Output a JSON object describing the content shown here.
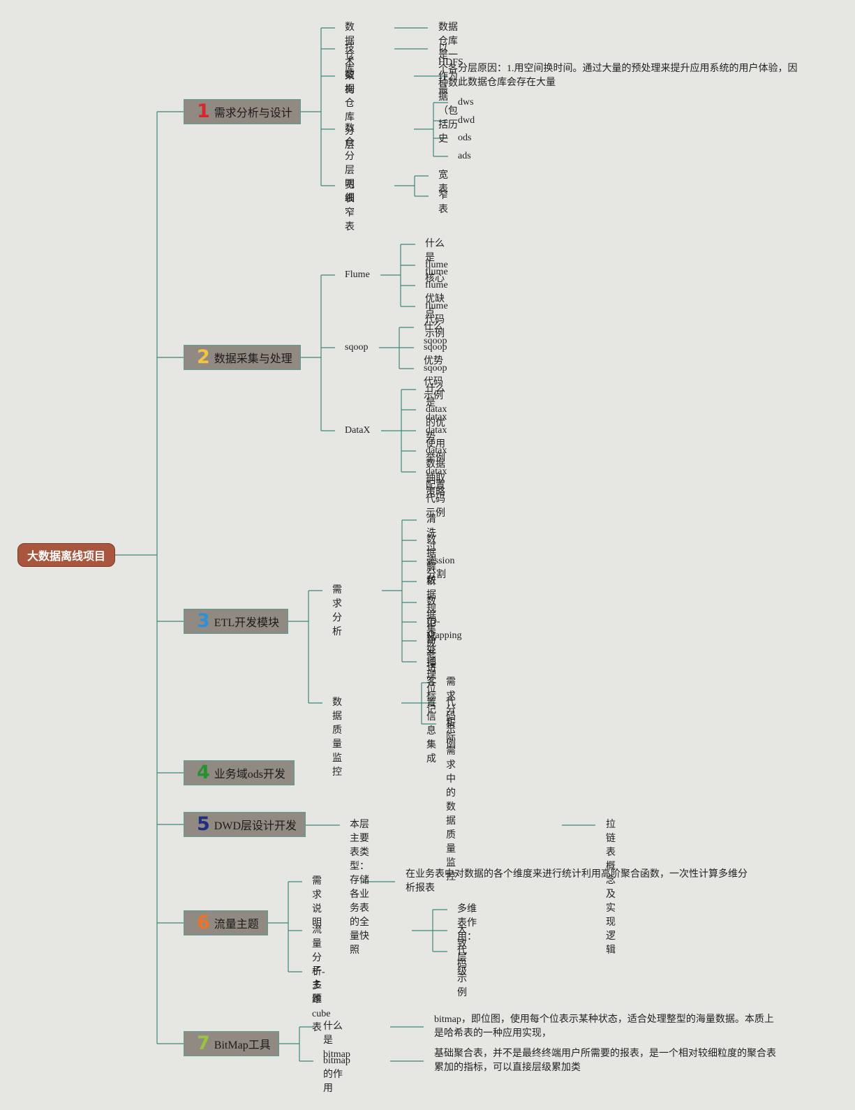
{
  "root": {
    "label": "大数据离线项目"
  },
  "line_color": "#3f8778",
  "topics": [
    {
      "num": "1",
      "num_color": "#d8262c",
      "label": "需求分析与设计",
      "children": [
        {
          "label": "数据仓库",
          "children": [
            {
              "label": "数据仓库是一个各种数据（包括历史"
            }
          ]
        },
        {
          "label": "技术架构",
          "children": [
            {
              "label": "以HDFS作为最"
            }
          ]
        },
        {
          "label": "数据仓库分层",
          "children": [
            {
              "label": "分层原因：1.用空间换时间。通过大量的预处理来提升应用系统的用户体验，因此数据仓库会存在大量"
            }
          ]
        },
        {
          "label": "数仓分层明细",
          "children": [
            {
              "label": "dws"
            },
            {
              "label": "dwd"
            },
            {
              "label": "ods"
            },
            {
              "label": "ads"
            }
          ]
        },
        {
          "label": "宽表窄表",
          "children": [
            {
              "label": "宽表"
            },
            {
              "label": "窄表"
            }
          ]
        }
      ]
    },
    {
      "num": "2",
      "num_color": "#f2c443",
      "label": "数据采集与处理",
      "children": [
        {
          "label": "Flume",
          "children": [
            {
              "label": "什么是flume"
            },
            {
              "label": "flume核心"
            },
            {
              "label": "flume优缺点"
            },
            {
              "label": "flume代码示例"
            }
          ]
        },
        {
          "label": "sqoop",
          "children": [
            {
              "label": "什么sqoop"
            },
            {
              "label": "sqoop优势"
            },
            {
              "label": "sqoop代码示例"
            }
          ]
        },
        {
          "label": "DataX",
          "children": [
            {
              "label": "什么是datax"
            },
            {
              "label": "datax的优势"
            },
            {
              "label": "datax使用举例"
            },
            {
              "label": "datax数据抽取策略"
            },
            {
              "label": "datax配置代码示例"
            }
          ]
        }
      ]
    },
    {
      "num": "3",
      "num_color": "#2f8fd6",
      "label": "ETL开发模块",
      "children": [
        {
          "label": "需求分析",
          "children": [
            {
              "label": "清洗过滤"
            },
            {
              "label": "数据解析"
            },
            {
              "label": "session分割"
            },
            {
              "label": "数据规范化处理"
            },
            {
              "label": "数据集成"
            },
            {
              "label": "ID-Mapping"
            },
            {
              "label": "新老访客标记"
            },
            {
              "label": "地理位置信息集成"
            }
          ]
        },
        {
          "label": "数据质量监控",
          "children": [
            {
              "label": "需求分析"
            },
            {
              "label": "代码示例"
            },
            {
              "label": "实际需求中的数据质量监控"
            }
          ]
        }
      ]
    },
    {
      "num": "4",
      "num_color": "#25922f",
      "label": "业务域ods开发",
      "children": []
    },
    {
      "num": "5",
      "num_color": "#1f2f82",
      "label": "DWD层设计开发",
      "children": [
        {
          "label": "本层主要表类型：存储各业务表的全量快照",
          "children": [
            {
              "label": "拉链表概念及实现逻辑"
            }
          ]
        }
      ]
    },
    {
      "num": "6",
      "num_color": "#ee7327",
      "label": "流量主题",
      "children": [
        {
          "label": "需求说明",
          "children": [
            {
              "label": "在业务表中对数据的各个维度来进行统计利用高阶聚合函数，一次性计算多维分析报表"
            }
          ]
        },
        {
          "label": "流量分析-多维cube表",
          "children": [
            {
              "label": "多维表作用："
            },
            {
              "label": "大致层级"
            },
            {
              "label": "代码示例"
            }
          ]
        },
        {
          "label": "子主题",
          "children": []
        }
      ]
    },
    {
      "num": "7",
      "num_color": "#9ac43f",
      "label": "BitMap工具",
      "children": [
        {
          "label": "什么是bitmap",
          "children": [
            {
              "label": "bitmap，即位图，使用每个位表示某种状态，适合处理整型的海量数据。本质上是哈希表的一种应用实现，"
            }
          ]
        },
        {
          "label": "bitmap的作用",
          "children": [
            {
              "label": "基础聚合表，并不是最终终端用户所需要的报表，是一个相对较细粒度的聚合表累加的指标，可以直接层级累加类"
            }
          ]
        }
      ]
    }
  ]
}
